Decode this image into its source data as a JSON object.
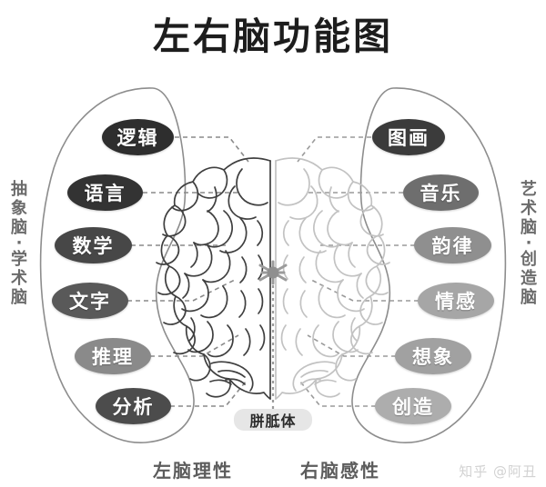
{
  "title": "左右脑功能图",
  "side_captions": {
    "left": {
      "line1": "抽象脑",
      "dot": "·",
      "line2": "学术脑"
    },
    "right": {
      "line1": "艺术脑",
      "dot": "·",
      "line2": "创造脑"
    }
  },
  "left_brain": {
    "caption": "左脑理性",
    "functions": [
      {
        "label": "逻辑",
        "color": "#2e2e2e"
      },
      {
        "label": "语言",
        "color": "#333333"
      },
      {
        "label": "数学",
        "color": "#474747"
      },
      {
        "label": "文字",
        "color": "#595959"
      },
      {
        "label": "推理",
        "color": "#8a8a8a"
      },
      {
        "label": "分析",
        "color": "#4c4c4c"
      }
    ]
  },
  "right_brain": {
    "caption": "右脑感性",
    "functions": [
      {
        "label": "图画",
        "color": "#3b3b3b"
      },
      {
        "label": "音乐",
        "color": "#6e6e6e"
      },
      {
        "label": "韵律",
        "color": "#8f8f8f"
      },
      {
        "label": "情感",
        "color": "#a6a6a6"
      },
      {
        "label": "想象",
        "color": "#a1a1a1"
      },
      {
        "label": "创造",
        "color": "#adadad"
      }
    ]
  },
  "callosum": {
    "label": "胼胝体"
  },
  "watermark": "知乎 @阿丑",
  "colors": {
    "background": "#ffffff",
    "title_text": "#1d1d1d",
    "outline": "#8d8d8d",
    "brain_left_stroke": "#3f3f3f",
    "brain_right_stroke": "#c2c2c2",
    "connector": "#8a8a8a",
    "caption_text": "#5c5c5c",
    "watermark_text": "#d2d2d2"
  }
}
